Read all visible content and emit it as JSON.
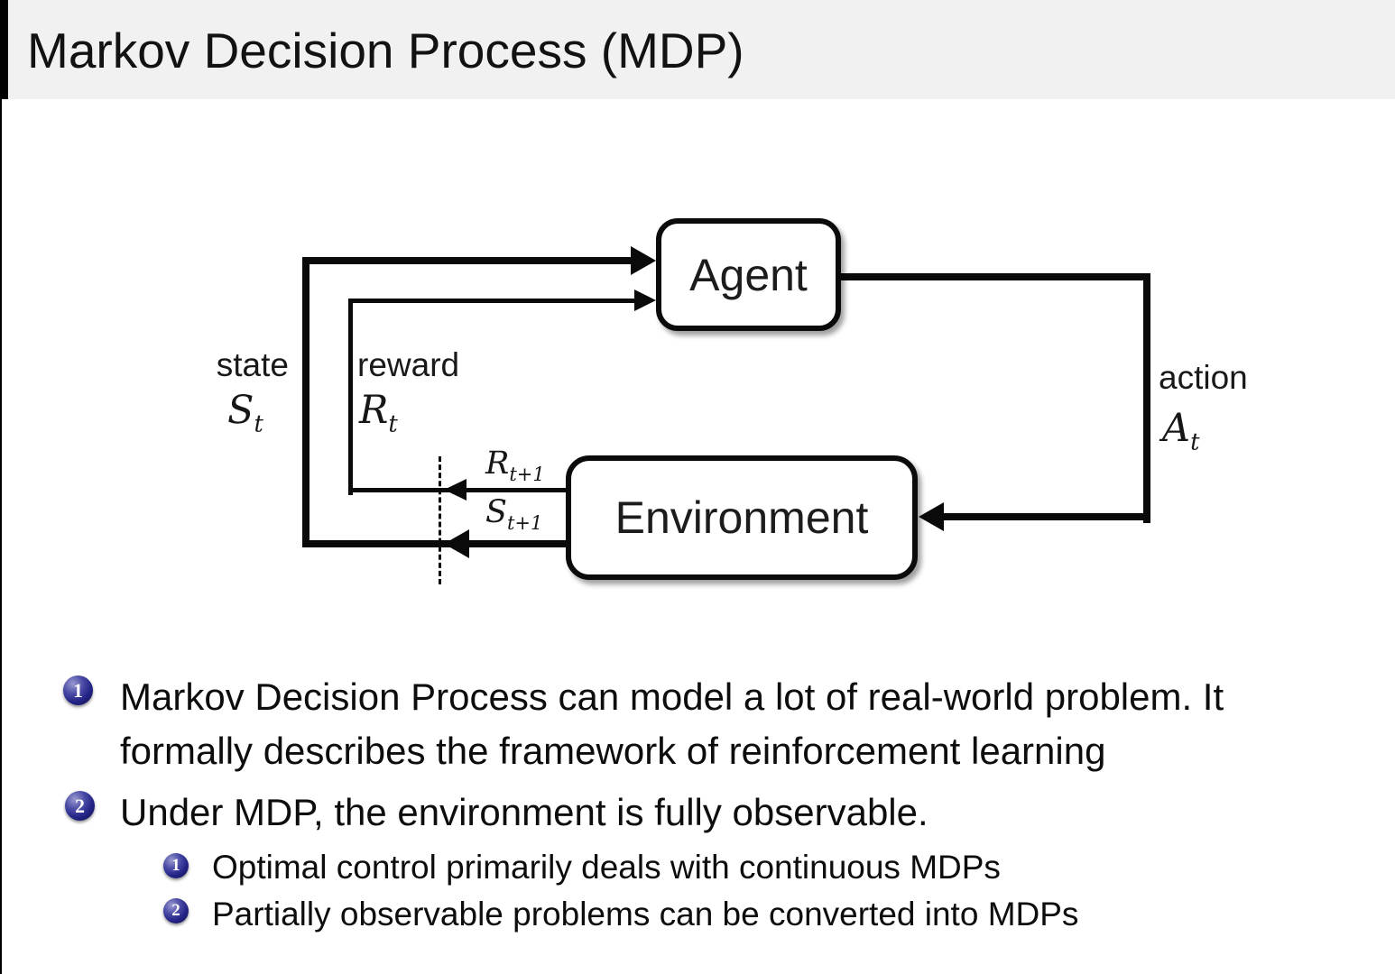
{
  "title": "Markov Decision Process (MDP)",
  "diagram": {
    "agent_label": "Agent",
    "environment_label": "Environment",
    "state_label": "state",
    "reward_label": "reward",
    "action_label": "action",
    "math": {
      "state": {
        "base": "S",
        "sub": "t"
      },
      "reward": {
        "base": "R",
        "sub": "t"
      },
      "action": {
        "base": "A",
        "sub": "t"
      },
      "next_reward": {
        "base": "R",
        "sub": "t+1"
      },
      "next_state": {
        "base": "S",
        "sub": "t+1"
      }
    }
  },
  "bullets": {
    "item1": {
      "number": "1",
      "lines": [
        "Markov Decision Process can model a lot of real-world problem. It",
        "formally describes the framework of reinforcement learning"
      ]
    },
    "item2": {
      "number": "2",
      "text": "Under MDP, the environment is fully observable.",
      "sub1": {
        "number": "1",
        "text": "Optimal control primarily deals with continuous MDPs"
      },
      "sub2": {
        "number": "2",
        "text": "Partially observable problems can be converted into MDPs"
      }
    }
  },
  "colors": {
    "title_bar_bg": "#f1f1f1",
    "badge_navy": "#242488",
    "line_black": "#0a0a0a"
  }
}
